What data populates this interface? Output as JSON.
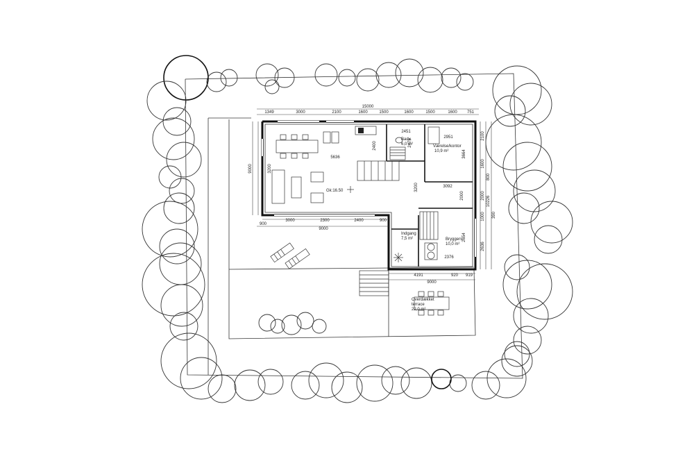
{
  "top_dims": {
    "total": "15000",
    "parts": [
      "1349",
      "3000",
      "2100",
      "1600",
      "1500",
      "1600",
      "1500",
      "1600",
      "751"
    ]
  },
  "bottom_dims": {
    "parts": [
      "900",
      "3000",
      "2300",
      "2400",
      "900"
    ],
    "total": "9000"
  },
  "lower_dims": {
    "parts": [
      "4191",
      "920",
      "919"
    ],
    "total": "9000"
  },
  "left_dims": {
    "total": "9000",
    "part": "3200"
  },
  "right_dims": {
    "parts": [
      "2100",
      "1600",
      "800",
      "2000",
      "1000",
      "2636"
    ],
    "total": "10226",
    "extra": "390"
  },
  "inner_dims": {
    "hall_width": "5636",
    "stair_a": "2400",
    "stair_b": "2475",
    "office_w": "2951",
    "office_h": "3664",
    "bath_w": "2451",
    "hall_height": "3200",
    "hall_w": "3092",
    "bryggers_w": "2376",
    "bryggers_h": "2654"
  },
  "rooms": {
    "bath": {
      "name": "Badv.",
      "area": "6,0 m²"
    },
    "office": {
      "name": "Værelse/kontor",
      "area": "10,9 m²"
    },
    "entrance": {
      "name": "Indgang",
      "area": "7,5 m²"
    },
    "utility": {
      "name": "Bryggers",
      "area": "10,0 m²"
    },
    "terrace": {
      "name": "Overdækket",
      "name2": "terrace",
      "area": "22,0 m²"
    }
  },
  "floor_level": "Gk:16.50"
}
